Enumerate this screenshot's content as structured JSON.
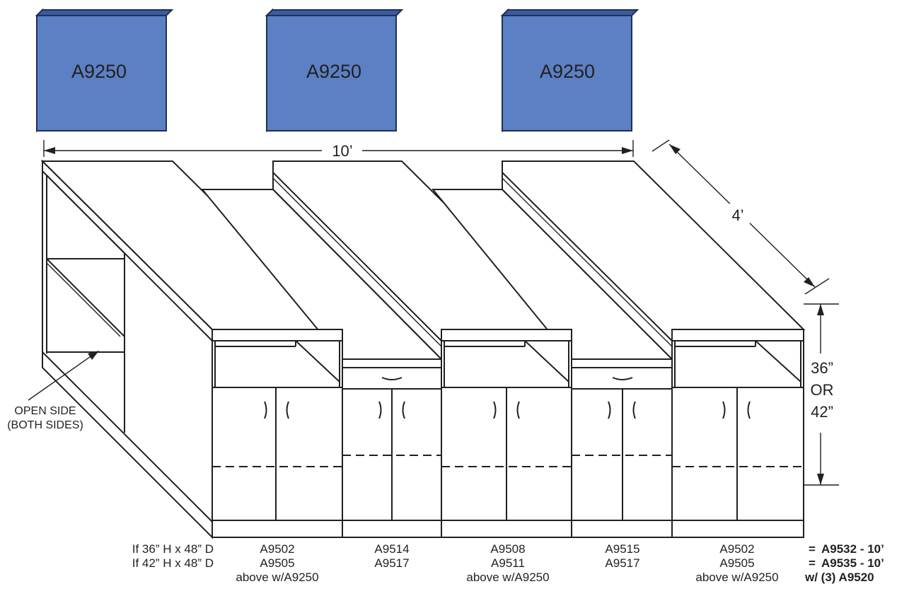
{
  "bins": [
    {
      "label": "A9250"
    },
    {
      "label": "A9250"
    },
    {
      "label": "A9250"
    }
  ],
  "dimensions": {
    "width": "10’",
    "depth": "4’",
    "height_line1": "36”",
    "height_or": "OR",
    "height_line2": "42”"
  },
  "callout": {
    "line1": "OPEN SIDE",
    "line2": "(BOTH SIDES)"
  },
  "table": {
    "row_labels": [
      "If 36” H x 48” D",
      "If 42” H x 48” D"
    ],
    "columns": [
      {
        "row1": "A9502",
        "row2": "A9505",
        "row3": "above w/A9250"
      },
      {
        "row1": "A9514",
        "row2": "A9517",
        "row3": ""
      },
      {
        "row1": "A9508",
        "row2": "A9511",
        "row3": "above w/A9250"
      },
      {
        "row1": "A9515",
        "row2": "A9517",
        "row3": ""
      },
      {
        "row1": "A9502",
        "row2": "A9505",
        "row3": "above w/A9250"
      }
    ],
    "equals": [
      "=",
      "="
    ],
    "totals": [
      "A9532 - 10’",
      "A9535 - 10’",
      "w/ (3) A9520"
    ]
  },
  "colors": {
    "bin_front": "#5b80c4",
    "bin_side": "#3b5b9e",
    "line": "#231f20"
  }
}
